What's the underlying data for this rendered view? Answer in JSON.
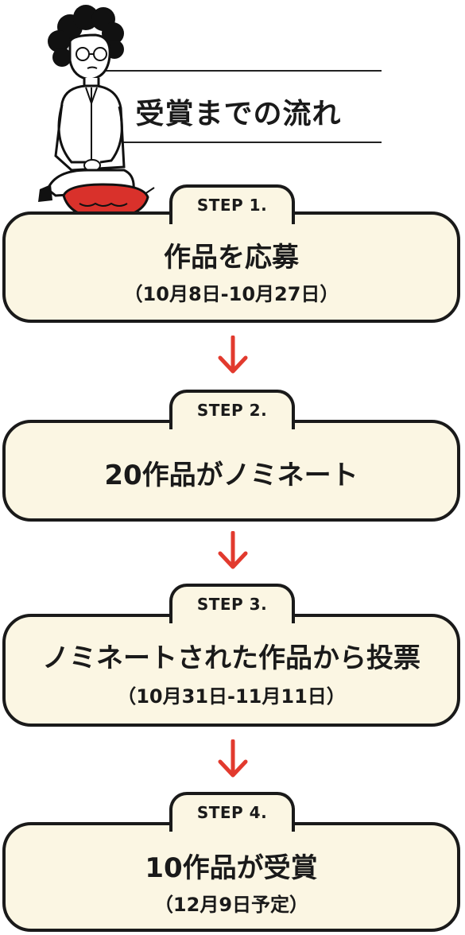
{
  "title": "受賞までの流れ",
  "steps": [
    {
      "label": "STEP 1.",
      "main": "作品を応募",
      "sub": "（10月8日-10月27日）"
    },
    {
      "label": "STEP 2.",
      "main": "20作品がノミネート",
      "sub": ""
    },
    {
      "label": "STEP 3.",
      "main": "ノミネートされた作品から投票",
      "sub": "（10月31日-11月11日）"
    },
    {
      "label": "STEP 4.",
      "main": "10作品が受賞",
      "sub": "（12月9日予定）"
    }
  ],
  "colors": {
    "box_fill": "#fbf6e3",
    "outline": "#1a1a1a",
    "arrow": "#e23a2e",
    "cushion": "#d9312b"
  },
  "icons": {
    "illustration": "seated-person-on-cushion-illustration",
    "arrow": "down-arrow-icon"
  }
}
